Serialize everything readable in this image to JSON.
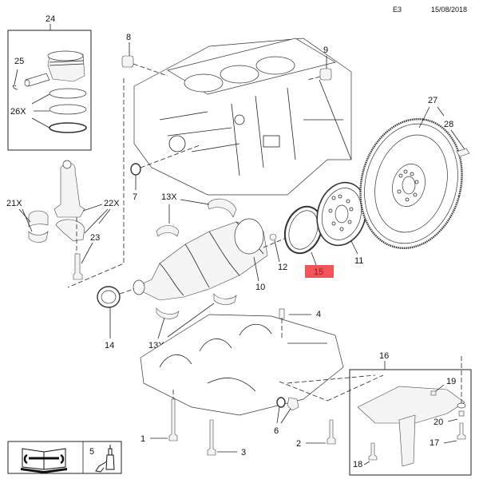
{
  "header": {
    "section_code": "E3",
    "date": "15/08/2018"
  },
  "diagram": {
    "title": "Engine block, crankshaft and flywheel exploded view",
    "highlight_color": "#f2545b",
    "highlighted_callout": "15",
    "callouts": {
      "c1": "1",
      "c2": "2",
      "c3": "3",
      "c4": "4",
      "c6": "6",
      "c7": "7",
      "c8": "8",
      "c9": "9",
      "c10": "10",
      "c11": "11",
      "c12": "12",
      "c13a": "13X",
      "c13b": "13X",
      "c14": "14",
      "c15": "15",
      "c16": "16",
      "c17": "17",
      "c18": "18",
      "c19": "19",
      "c20": "20",
      "c21": "21X",
      "c22": "22X",
      "c23": "23",
      "c24": "24",
      "c25": "25",
      "c26": "26X",
      "c27": "27",
      "c28": "28"
    }
  },
  "legend": {
    "manual_icon": "repair-manual-icon",
    "sealant_icon": "sealant-bottle-icon",
    "sealant_ref": "5"
  }
}
